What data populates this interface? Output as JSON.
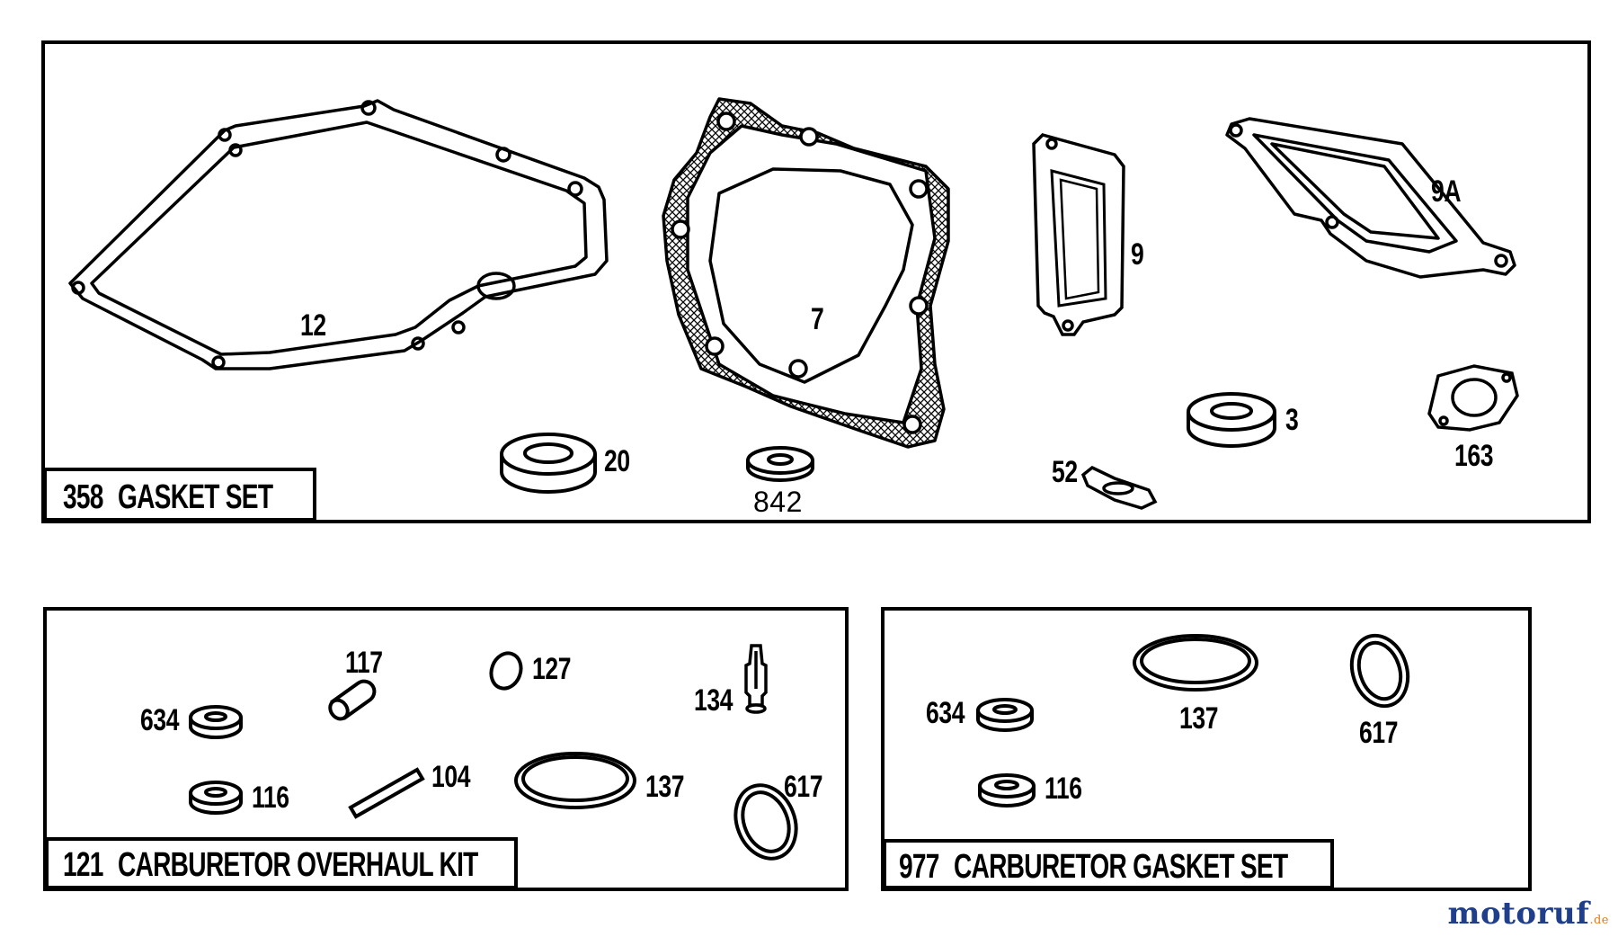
{
  "kits": [
    {
      "number": "358",
      "title": "GASKET SET",
      "parts": [
        "12",
        "7",
        "9",
        "9A",
        "20",
        "842",
        "52",
        "3",
        "163"
      ]
    },
    {
      "number": "121",
      "title": "CARBURETOR OVERHAUL KIT",
      "parts": [
        "117",
        "127",
        "134",
        "634",
        "116",
        "104",
        "137",
        "617"
      ]
    },
    {
      "number": "977",
      "title": "CARBURETOR GASKET SET",
      "parts": [
        "634",
        "137",
        "617",
        "116"
      ]
    }
  ],
  "watermark": {
    "main": "motoruf",
    "suffix": ".de",
    "color_primary": "#1f3f8c",
    "color_accent": "#e07b1a"
  },
  "colors": {
    "ink": "#000000",
    "paper": "#ffffff"
  }
}
